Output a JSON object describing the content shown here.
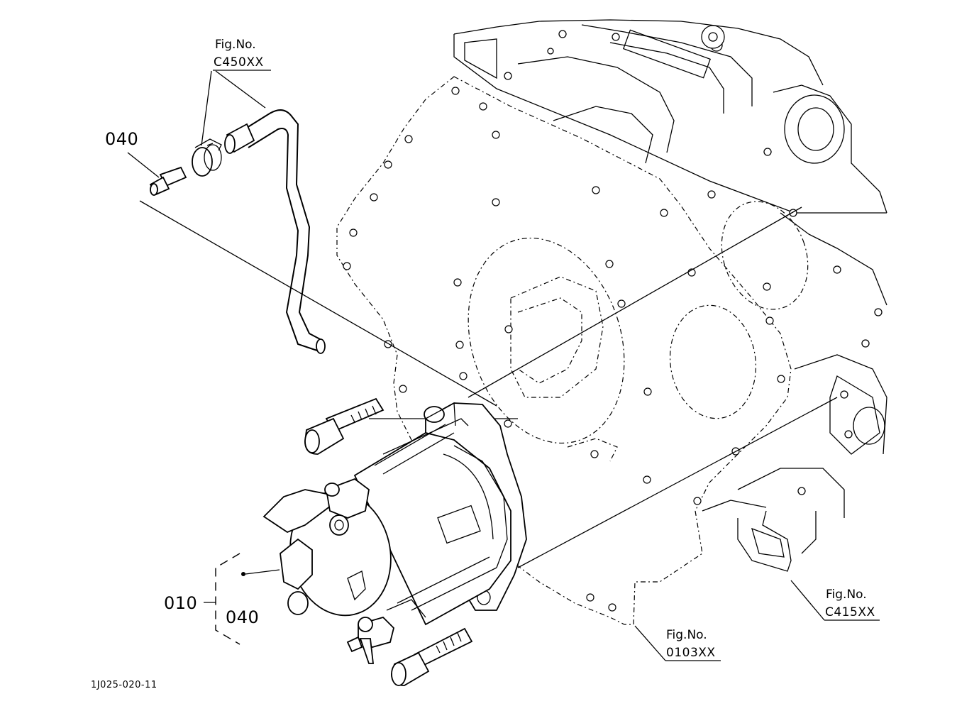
{
  "callouts": {
    "hose": {
      "fig_label": "Fig.No.",
      "fig_code": "C450XX"
    },
    "housing": {
      "fig_label": "Fig.No.",
      "fig_code": "C415XX"
    },
    "plate": {
      "fig_label": "Fig.No.",
      "fig_code": "0103XX"
    }
  },
  "parts": {
    "part_040_top": "040",
    "part_010": "010",
    "part_040_bottom": "040"
  },
  "drawing_number": "1J025-020-11"
}
